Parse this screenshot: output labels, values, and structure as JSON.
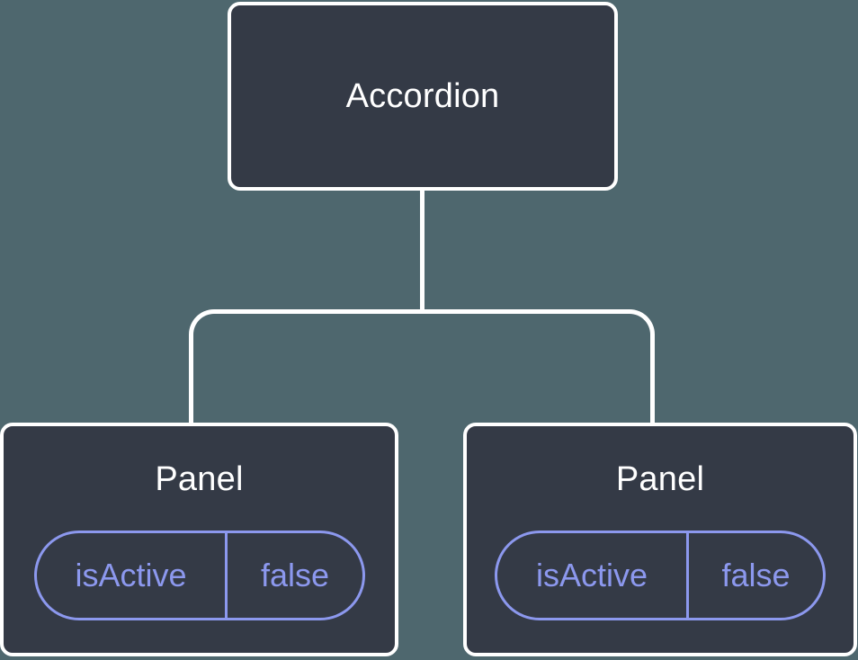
{
  "diagram": {
    "root": {
      "label": "Accordion"
    },
    "panels": [
      {
        "label": "Panel",
        "state": {
          "key": "isActive",
          "value": "false"
        }
      },
      {
        "label": "Panel",
        "state": {
          "key": "isActive",
          "value": "false"
        }
      }
    ],
    "colors": {
      "background": "#4E676E",
      "node_background": "#343A46",
      "node_border": "#FFFFFF",
      "connector": "#FFFFFF",
      "state_accent": "#8C98EE",
      "label_text": "#FFFFFF"
    }
  }
}
